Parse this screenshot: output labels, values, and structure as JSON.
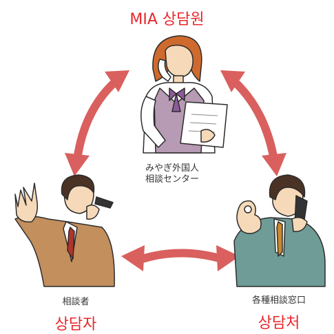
{
  "colors": {
    "arrow": "#d9605e",
    "label_red": "#e8262b",
    "woman_hair": "#cf6a2e",
    "woman_vest": "#b79ab3",
    "left_suit": "#c28f5d",
    "right_suit": "#6f9c97",
    "skin": "#f6d9b8",
    "outline": "#2b2b2b"
  },
  "top": {
    "title": "MIA 상담원",
    "caption_line1": "みやぎ外国人",
    "caption_line2": "相談センター"
  },
  "left": {
    "caption": "相談者",
    "title": "상담자"
  },
  "right": {
    "caption": "各種相談窓口",
    "title": "상담처"
  }
}
